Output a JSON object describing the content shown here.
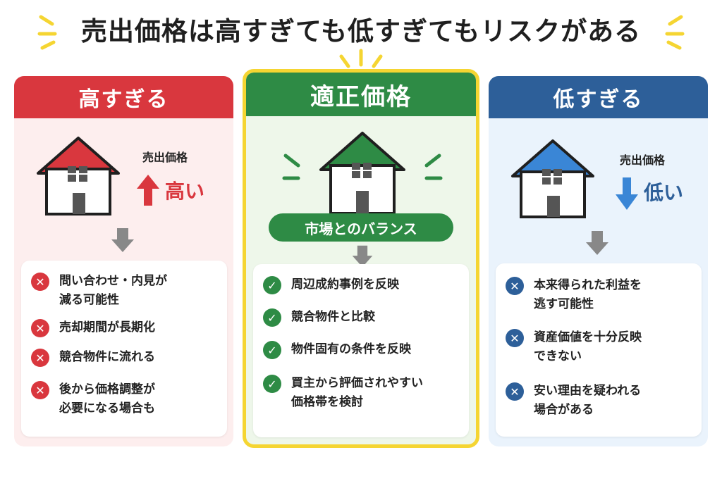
{
  "title": "売出価格は高すぎても低すぎてもリスクがある",
  "colors": {
    "high": "#d9373e",
    "fair": "#2e8b45",
    "low": "#2d5f99",
    "highlight": "#f5d532"
  },
  "panels": {
    "high": {
      "header": "高すぎる",
      "price_label": "売出価格",
      "price_value": "高い",
      "direction_icon": "arrow-up-icon",
      "items": [
        {
          "text": "問い合わせ・内見が",
          "text2": "減る可能性"
        },
        {
          "text": "売却期間が長期化",
          "text2": ""
        },
        {
          "text": "競合物件に流れる",
          "text2": ""
        },
        {
          "text": "後から価格調整が",
          "text2": "必要になる場合も"
        }
      ]
    },
    "fair": {
      "header": "適正価格",
      "balance": "市場とのバランス",
      "items": [
        {
          "text": "周辺成約事例を反映",
          "text2": ""
        },
        {
          "text": "競合物件と比較",
          "text2": ""
        },
        {
          "text": "物件固有の条件を反映",
          "text2": ""
        },
        {
          "text": "買主から評価されやすい",
          "text2": "価格帯を検討"
        }
      ]
    },
    "low": {
      "header": "低すぎる",
      "price_label": "売出価格",
      "price_value": "低い",
      "direction_icon": "arrow-down-icon",
      "items": [
        {
          "text": "本来得られた利益を",
          "text2": "逃す可能性"
        },
        {
          "text": "資産価値を十分反映",
          "text2": "できない"
        },
        {
          "text": "安い理由を疑われる",
          "text2": "場合がある"
        }
      ]
    }
  }
}
